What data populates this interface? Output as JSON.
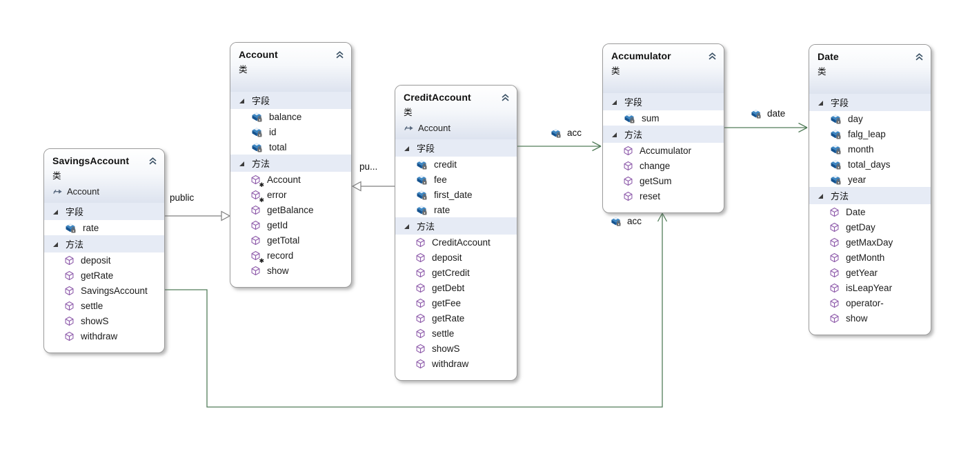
{
  "labels": {
    "class_kind": "类",
    "fields": "字段",
    "methods": "方法"
  },
  "icons": {
    "star_modifier": "✱"
  },
  "classes": [
    {
      "name": "SavingsAccount",
      "base": "Account",
      "fields": [
        "rate"
      ],
      "methods": [
        "deposit",
        "getRate",
        "SavingsAccount",
        "settle",
        "showS",
        "withdraw"
      ]
    },
    {
      "name": "Account",
      "fields": [
        "balance",
        "id",
        "total"
      ],
      "methods": [
        "Account",
        "error",
        "getBalance",
        "getId",
        "getTotal",
        "record",
        "show"
      ]
    },
    {
      "name": "CreditAccount",
      "base": "Account",
      "fields": [
        "credit",
        "fee",
        "first_date",
        "rate"
      ],
      "methods": [
        "CreditAccount",
        "deposit",
        "getCredit",
        "getDebt",
        "getFee",
        "getRate",
        "settle",
        "showS",
        "withdraw"
      ]
    },
    {
      "name": "Accumulator",
      "fields": [
        "sum"
      ],
      "methods": [
        "Accumulator",
        "change",
        "getSum",
        "reset"
      ]
    },
    {
      "name": "Date",
      "fields": [
        "day",
        "falg_leap",
        "month",
        "total_days",
        "year"
      ],
      "methods": [
        "Date",
        "getDay",
        "getMaxDay",
        "getMonth",
        "getYear",
        "isLeapYear",
        "operator-",
        "show"
      ]
    }
  ],
  "connections": [
    {
      "label": "public",
      "type": "inheritance"
    },
    {
      "label": "pu...",
      "type": "inheritance"
    },
    {
      "label": "acc",
      "type": "association"
    },
    {
      "label": "date",
      "type": "association"
    },
    {
      "label": "acc",
      "type": "association"
    }
  ],
  "colors": {
    "association": "#517c59",
    "inheritance": "#7f7f7f"
  }
}
